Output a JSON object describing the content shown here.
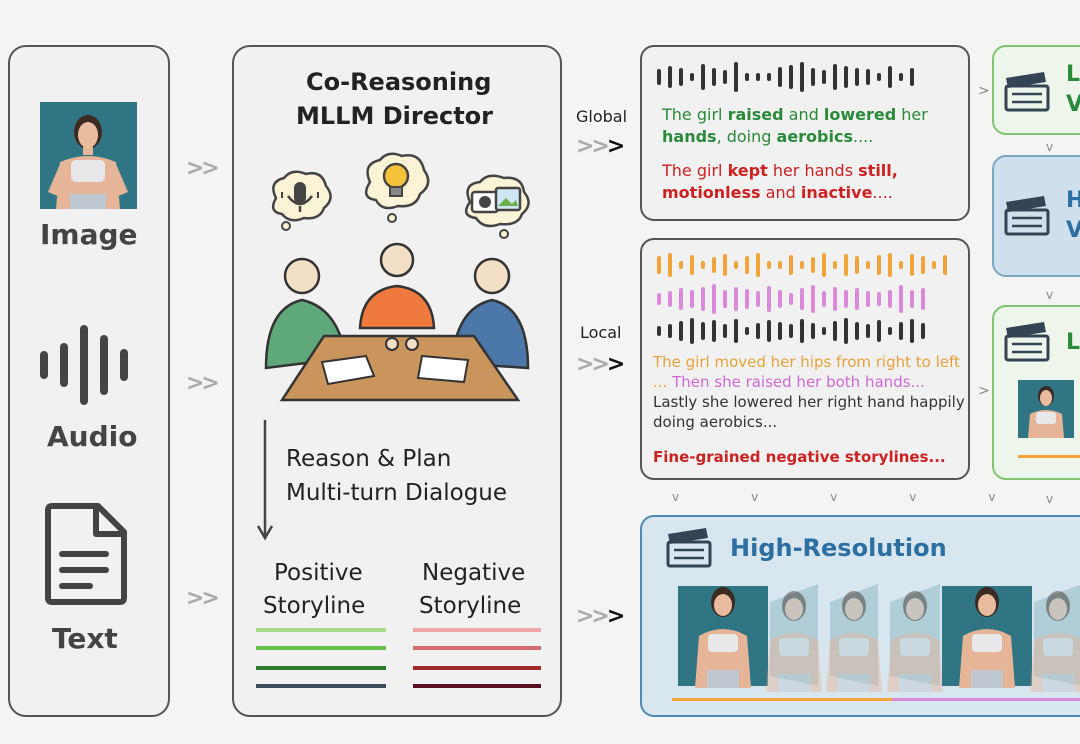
{
  "inputs": {
    "image_label": "Image",
    "audio_label": "Audio",
    "text_label": "Text"
  },
  "director": {
    "title_line1": "Co-Reasoning",
    "title_line2": "MLLM Director",
    "process_line1": "Reason & Plan",
    "process_line2": "Multi-turn Dialogue",
    "positive_line1": "Positive",
    "positive_line2": "Storyline",
    "negative_line1": "Negative",
    "negative_line2": "Storyline"
  },
  "arrow_symbol": ">>",
  "global": {
    "label": "Global",
    "pos_parts": [
      {
        "t": "The girl ",
        "b": false
      },
      {
        "t": "raised",
        "b": true
      },
      {
        "t": " and ",
        "b": false
      },
      {
        "t": "lowered",
        "b": true
      },
      {
        "t": " her ",
        "b": false
      },
      {
        "t": "hands",
        "b": true
      },
      {
        "t": ", doing ",
        "b": false
      },
      {
        "t": "aerobics",
        "b": true
      },
      {
        "t": "....",
        "b": false
      }
    ],
    "neg_parts": [
      {
        "t": "The girl ",
        "b": false
      },
      {
        "t": "kept",
        "b": true
      },
      {
        "t": " her hands ",
        "b": false
      },
      {
        "t": "still,",
        "b": true
      },
      {
        "t": " motionless",
        "b": true
      },
      {
        "t": " and ",
        "b": false
      },
      {
        "t": "inactive",
        "b": true
      },
      {
        "t": "....",
        "b": false
      }
    ]
  },
  "local": {
    "label": "Local",
    "seg_orange": "The girl moved her hips from right to left ...",
    "seg_pink1": " Then she raised her both",
    "seg_pink2": "hands...",
    "seg_dark": " Lastly she lowered her right hand happily doing aerobics...",
    "negative": "Fine-grained negative storylines..."
  },
  "stage_titles": {
    "s1_a": "L",
    "s1_b": "V",
    "s2_a": "H",
    "s2_b": "V",
    "s3_a": "L"
  },
  "high_res": {
    "title": "High-Resolution"
  },
  "colors": {
    "green_text": "#2a8a3a",
    "red_text": "#cc2222",
    "orange_wave": "#f0a43a",
    "pink_wave": "#d98ad9",
    "blue_panel": "#cfe0ec",
    "green_border": "#7fc46f"
  }
}
